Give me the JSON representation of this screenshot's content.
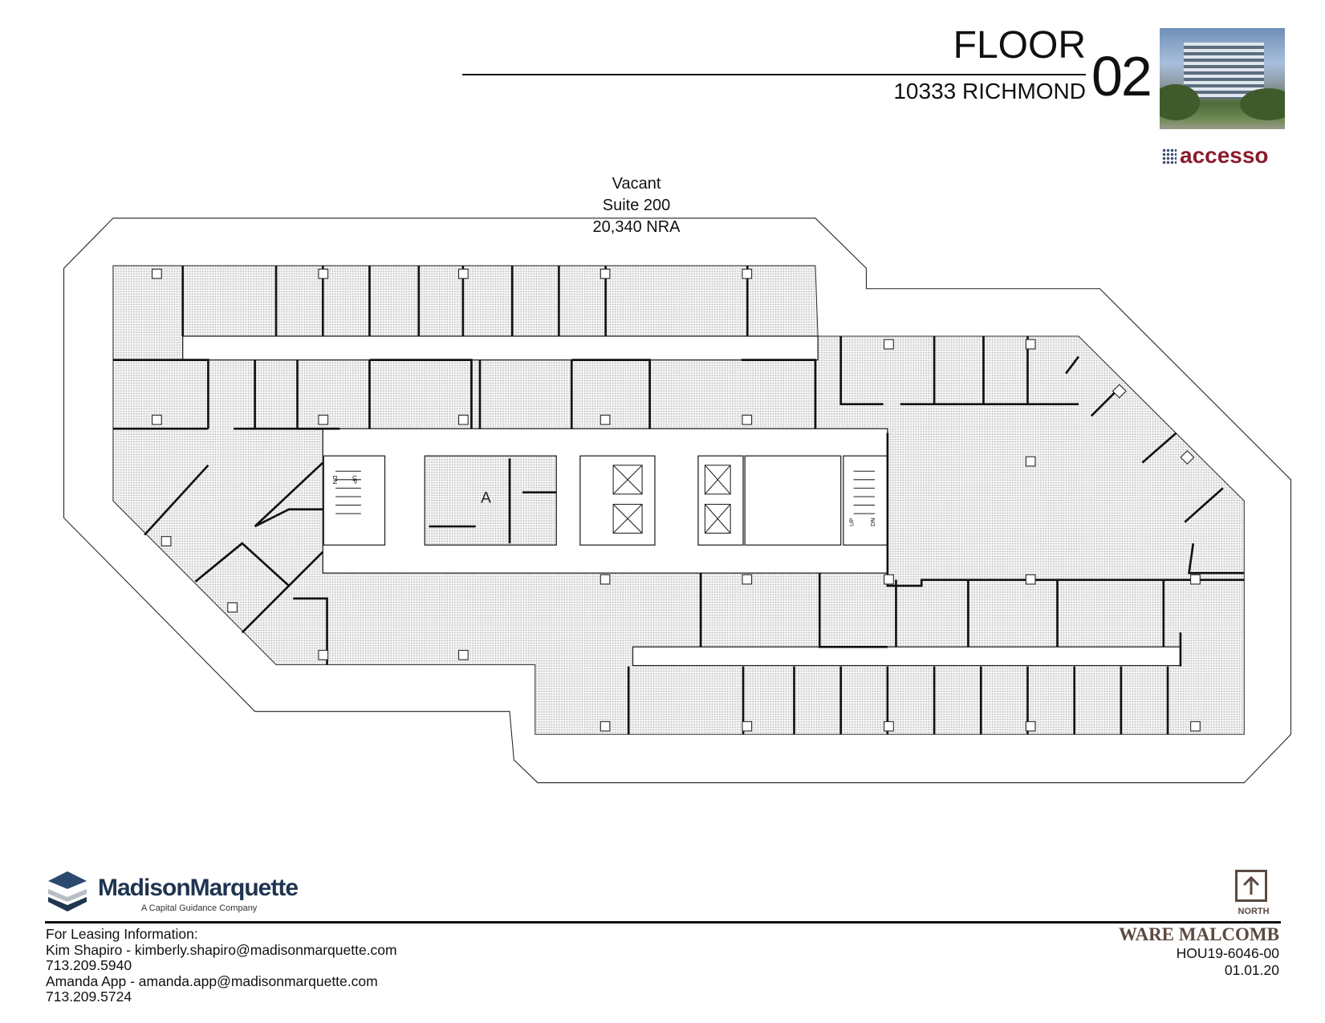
{
  "header": {
    "floor_label": "FLOOR",
    "floor_number": "02",
    "address": "10333 RICHMOND",
    "building_photo": "building-photo",
    "tenant_logo_text": "accesso",
    "tenant_logo_color": "#8a1c2b"
  },
  "plan": {
    "status": "Vacant",
    "suite": "Suite 200",
    "area": "20,340 NRA",
    "room_label": "A",
    "stair_up": "UP",
    "stair_down": "DN"
  },
  "footer": {
    "broker_logo": {
      "name": "MadisonMarquette",
      "tagline": "A Capital Guidance Company",
      "color": "#1f3550"
    },
    "leasing_heading": "For Leasing Information:",
    "contacts": [
      {
        "line": "Kim Shapiro - kimberly.shapiro@madisonmarquette.com",
        "phone": "713.209.5940"
      },
      {
        "line": "Amanda App - amanda.app@madisonmarquette.com",
        "phone": "713.209.5724"
      }
    ],
    "north_label": "NORTH",
    "north_icon": "arrow-up-icon",
    "architect": "WARE MALCOMB",
    "architect_color": "#5b4a40",
    "project_number": "HOU19-6046-00",
    "date": "01.01.20"
  }
}
